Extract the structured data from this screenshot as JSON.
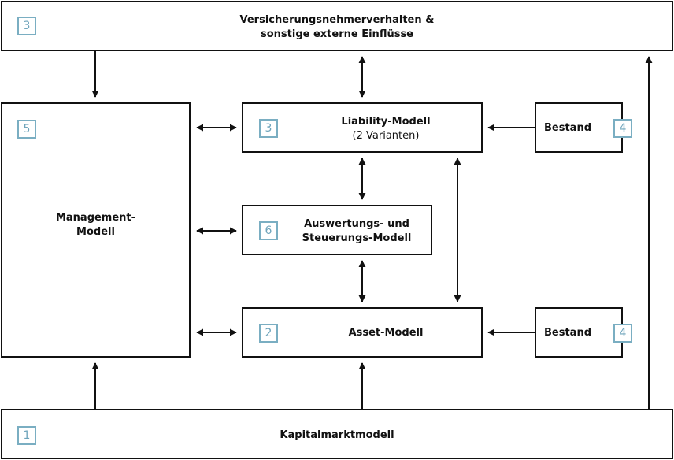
{
  "diagram": {
    "top_box": {
      "badge": "3",
      "line1": "Versicherungsnehmerverhalten &",
      "line2": "sonstige externe Einflüsse"
    },
    "management": {
      "badge": "5",
      "line1": "Management-",
      "line2": "Modell"
    },
    "liability": {
      "badge": "3",
      "line1": "Liability-Modell",
      "line2": "(2 Varianten)"
    },
    "auswertung": {
      "badge": "6",
      "line1": "Auswertungs- und",
      "line2": "Steuerungs-Modell"
    },
    "asset": {
      "badge": "2",
      "label": "Asset-Modell"
    },
    "bestand_top": {
      "badge": "4",
      "label": "Bestand"
    },
    "bestand_bottom": {
      "badge": "4",
      "label": "Bestand"
    },
    "kapitalmarkt": {
      "badge": "1",
      "label": "Kapitalmarktmodell"
    },
    "colors": {
      "line": "#111111",
      "badge": "#7aaec2"
    }
  }
}
